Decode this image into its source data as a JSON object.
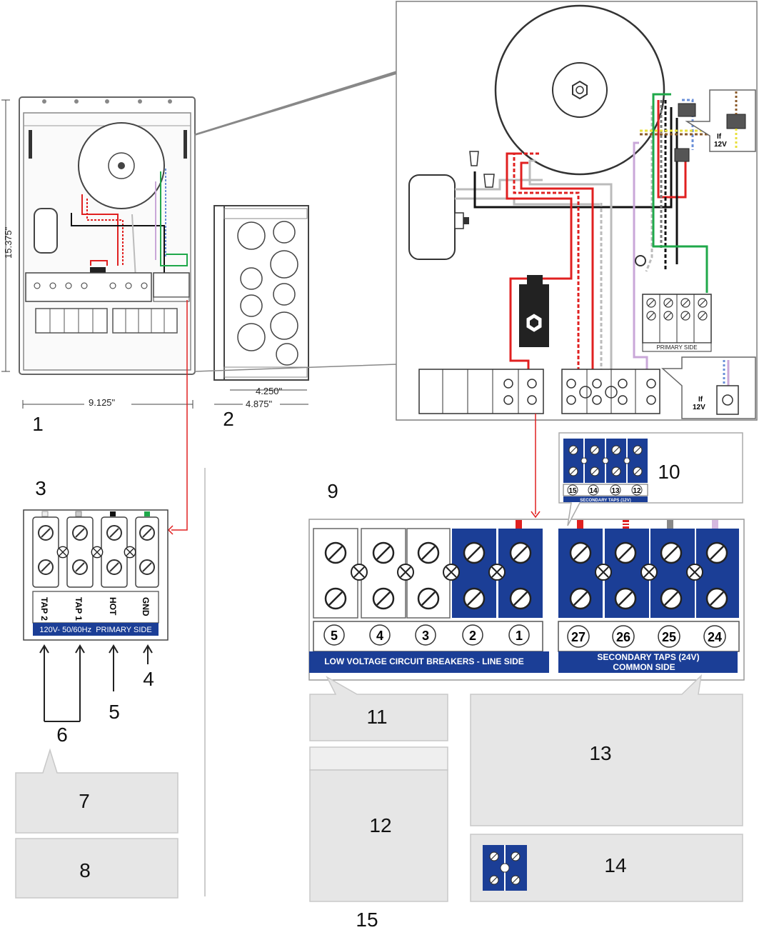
{
  "dimensions": {
    "height": "15.375\"",
    "width": "9.125\"",
    "side_inner": "4.250\"",
    "side_outer": "4.875\""
  },
  "callouts": [
    "1",
    "2",
    "3",
    "4",
    "5",
    "6",
    "7",
    "8",
    "9",
    "10",
    "11",
    "12",
    "13",
    "14",
    "15"
  ],
  "primary_block": {
    "terminals": [
      "TAP 2",
      "TAP 1",
      "HOT",
      "GND"
    ],
    "footer": "120V- 50/60Hz  PRIMARY SIDE",
    "small_footer": "PRIMARY SIDE",
    "wire_colors": [
      "#d9d9d9",
      "#bfbfbf",
      "#111111",
      "#1fa84a"
    ]
  },
  "twelve_volt_note": [
    "If",
    "12V"
  ],
  "breakers": {
    "numbers": [
      "5",
      "4",
      "3",
      "2",
      "1"
    ],
    "caption": "LOW VOLTAGE CIRCUIT BREAKERS - LINE SIDE"
  },
  "secondary_24v": {
    "numbers": [
      "27",
      "26",
      "25",
      "24"
    ],
    "caption_line1": "SECONDARY TAPS (24V)",
    "caption_line2": "COMMON SIDE"
  },
  "secondary_12v": {
    "numbers": [
      "15",
      "14",
      "13",
      "12"
    ],
    "caption": "SECONDARY TAPS (12V)"
  },
  "colors": {
    "blue": "#1b3e96",
    "red": "#e02020",
    "green": "#1fa84a",
    "gray_box": "#e6e6e6",
    "outline": "#555555"
  }
}
